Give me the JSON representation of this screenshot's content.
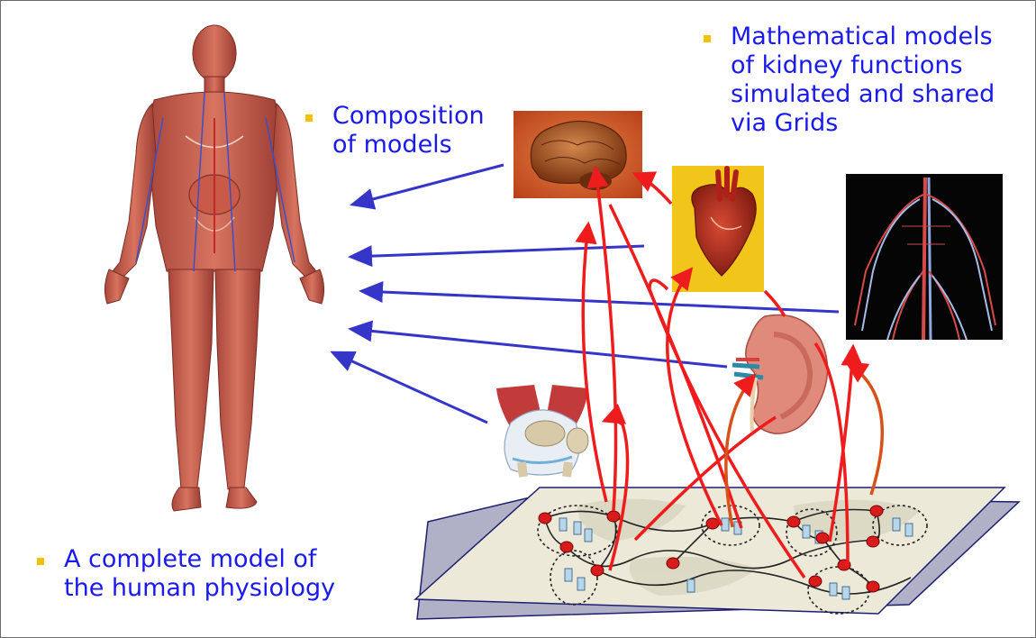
{
  "bullets": {
    "composition": "Composition\nof models",
    "kidney": "Mathematical models\nof kidney functions\nsimulated and shared\nvia Grids",
    "complete": "A complete model of\nthe human physiology"
  },
  "colors": {
    "text": "#1a1aeb",
    "bullet": "#f2c200",
    "blue_arrow": "#3535c8",
    "red_arrow": "#ee1c1c",
    "grid_node": "#d81b1b",
    "grid_plane": "#ece9d8",
    "grid_plane_shadow": "#9fa0b8"
  },
  "illustrations": [
    "human-body",
    "brain",
    "heart",
    "vascular-system",
    "kidney",
    "knee-joint",
    "grid-network"
  ]
}
